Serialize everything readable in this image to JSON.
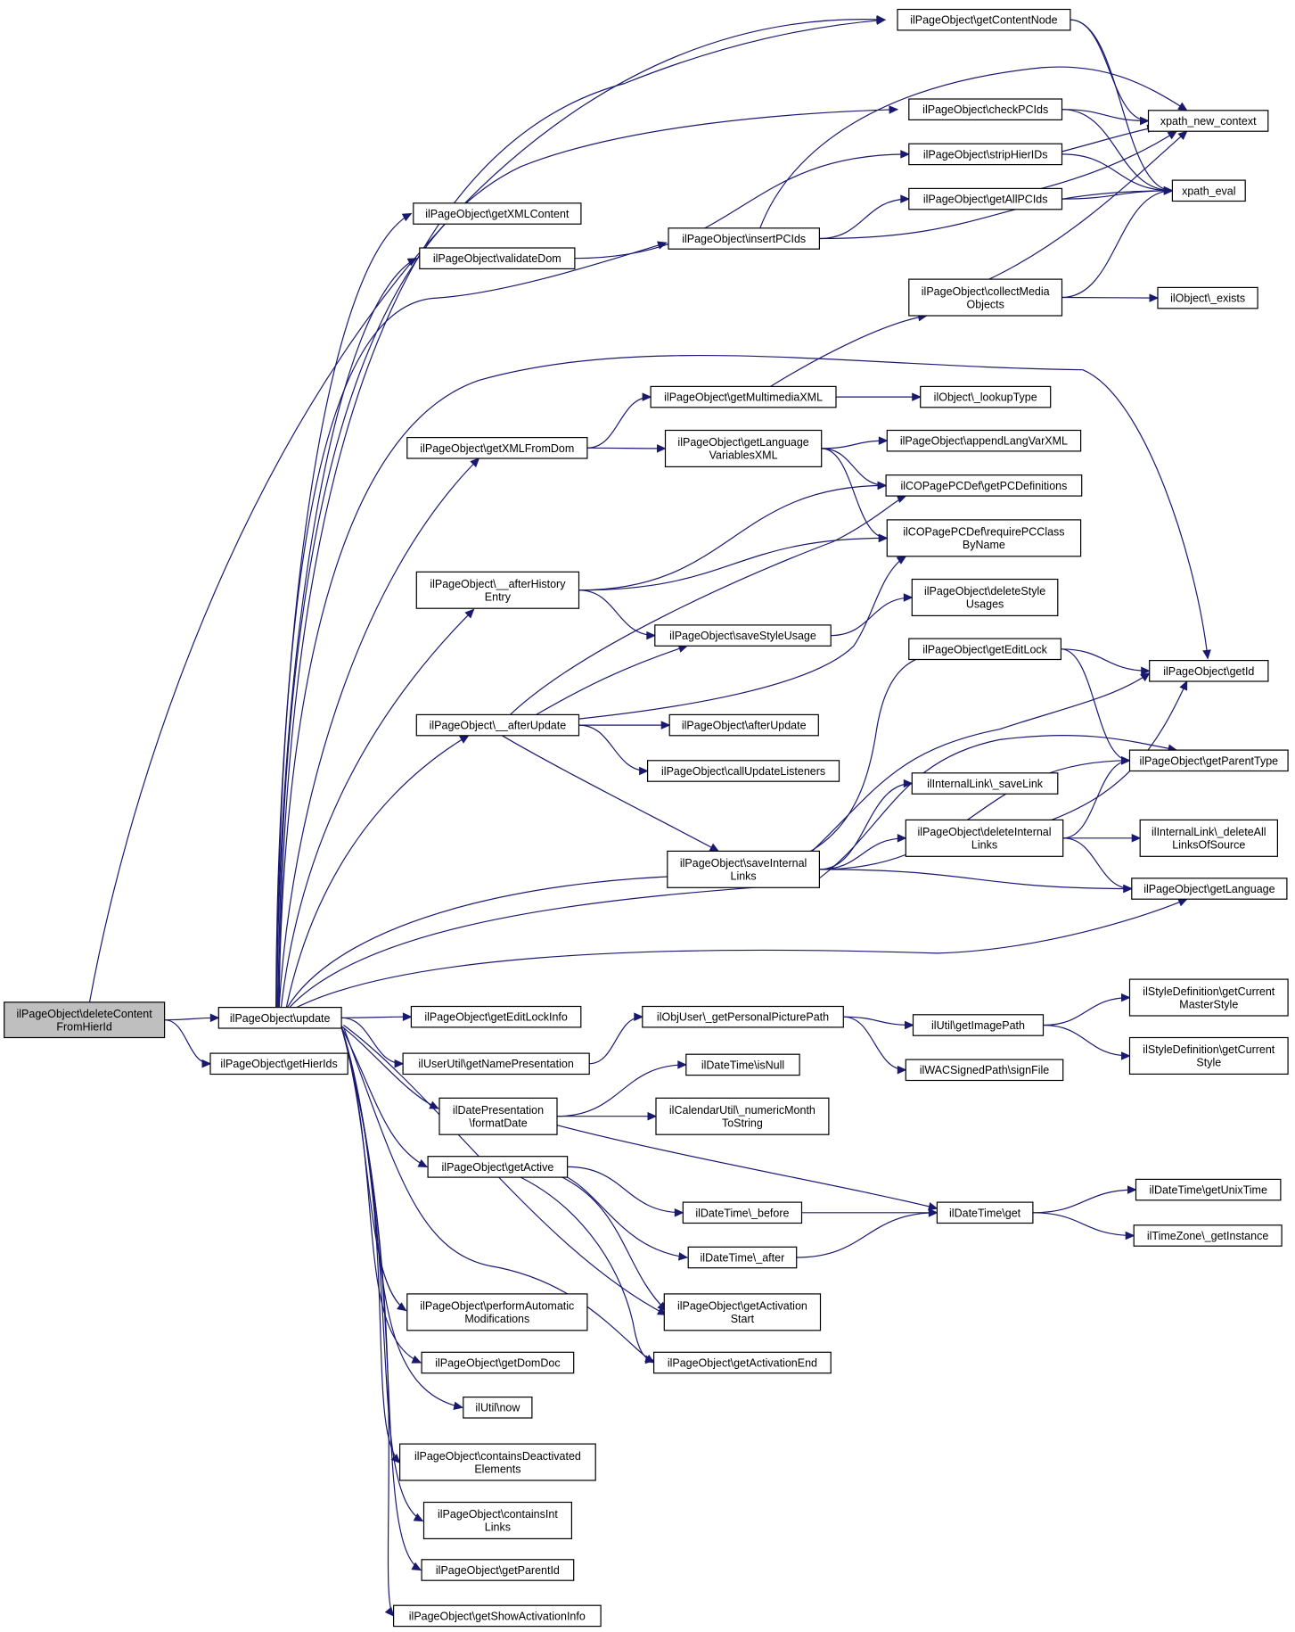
{
  "nodes": {
    "root": [
      "ilPageObject\\deleteContent",
      "FromHierId"
    ],
    "update": [
      "ilPageObject\\update"
    ],
    "getHierIds": [
      "ilPageObject\\getHierIds"
    ],
    "getContentNode": [
      "ilPageObject\\getContentNode"
    ],
    "checkPCIds": [
      "ilPageObject\\checkPCIds"
    ],
    "stripHierIDs": [
      "ilPageObject\\stripHierIDs"
    ],
    "getAllPCIds": [
      "ilPageObject\\getAllPCIds"
    ],
    "xpathNewContext": [
      "xpath_new_context"
    ],
    "xpathEval": [
      "xpath_eval"
    ],
    "getXMLContent": [
      "ilPageObject\\getXMLContent"
    ],
    "validateDom": [
      "ilPageObject\\validateDom"
    ],
    "insertPCIds": [
      "ilPageObject\\insertPCIds"
    ],
    "collectMedia": [
      "ilPageObject\\collectMedia",
      "Objects"
    ],
    "objExists": [
      "ilObject\\_exists"
    ],
    "getMultimediaXML": [
      "ilPageObject\\getMultimediaXML"
    ],
    "lookupType": [
      "ilObject\\_lookupType"
    ],
    "getXMLFromDom": [
      "ilPageObject\\getXMLFromDom"
    ],
    "getLangVarXML": [
      "ilPageObject\\getLanguage",
      "VariablesXML"
    ],
    "appendLangVarXML": [
      "ilPageObject\\appendLangVarXML"
    ],
    "getPCDefinitions": [
      "ilCOPagePCDef\\getPCDefinitions"
    ],
    "requirePCClass": [
      "ilCOPagePCDef\\requirePCClass",
      "ByName"
    ],
    "afterHistoryEntry": [
      "ilPageObject\\__afterHistory",
      "Entry"
    ],
    "deleteStyleUsages": [
      "ilPageObject\\deleteStyle",
      "Usages"
    ],
    "saveStyleUsage": [
      "ilPageObject\\saveStyleUsage"
    ],
    "getEditLock": [
      "ilPageObject\\getEditLock"
    ],
    "getId": [
      "ilPageObject\\getId"
    ],
    "__afterUpdate": [
      "ilPageObject\\__afterUpdate"
    ],
    "afterUpdate": [
      "ilPageObject\\afterUpdate"
    ],
    "callUpdateListeners": [
      "ilPageObject\\callUpdateListeners"
    ],
    "getParentType": [
      "ilPageObject\\getParentType"
    ],
    "saveLink": [
      "ilInternalLink\\_saveLink"
    ],
    "deleteInternalLinks": [
      "ilPageObject\\deleteInternal",
      "Links"
    ],
    "deleteAllLinks": [
      "ilInternalLink\\_deleteAll",
      "LinksOfSource"
    ],
    "saveInternalLinks": [
      "ilPageObject\\saveInternal",
      "Links"
    ],
    "getLanguage": [
      "ilPageObject\\getLanguage"
    ],
    "getEditLockInfo": [
      "ilPageObject\\getEditLockInfo"
    ],
    "getPersonalPicturePath": [
      "ilObjUser\\_getPersonalPicturePath"
    ],
    "getImagePath": [
      "ilUtil\\getImagePath"
    ],
    "getCurrentMasterStyle": [
      "ilStyleDefinition\\getCurrent",
      "MasterStyle"
    ],
    "getCurrentStyle": [
      "ilStyleDefinition\\getCurrent",
      "Style"
    ],
    "getNamePresentation": [
      "ilUserUtil\\getNamePresentation"
    ],
    "signFile": [
      "ilWACSignedPath\\signFile"
    ],
    "isNull": [
      "ilDateTime\\isNull"
    ],
    "formatDate": [
      "ilDatePresentation",
      "\\formatDate"
    ],
    "numericMonth": [
      "ilCalendarUtil\\_numericMonth",
      "ToString"
    ],
    "getActive": [
      "ilPageObject\\getActive"
    ],
    "dtBefore": [
      "ilDateTime\\_before"
    ],
    "dtGet": [
      "ilDateTime\\get"
    ],
    "getUnixTime": [
      "ilDateTime\\getUnixTime"
    ],
    "getInstance": [
      "ilTimeZone\\_getInstance"
    ],
    "dtAfter": [
      "ilDateTime\\_after"
    ],
    "performAutomatic": [
      "ilPageObject\\performAutomatic",
      "Modifications"
    ],
    "getActivationStart": [
      "ilPageObject\\getActivation",
      "Start"
    ],
    "getDomDoc": [
      "ilPageObject\\getDomDoc"
    ],
    "getActivationEnd": [
      "ilPageObject\\getActivationEnd"
    ],
    "utilNow": [
      "ilUtil\\now"
    ],
    "containsDeactivated": [
      "ilPageObject\\containsDeactivated",
      "Elements"
    ],
    "containsIntLinks": [
      "ilPageObject\\containsInt",
      "Links"
    ],
    "getParentId": [
      "ilPageObject\\getParentId"
    ],
    "getShowActivationInfo": [
      "ilPageObject\\getShowActivationInfo"
    ]
  },
  "edges": [
    [
      "root",
      "update"
    ],
    [
      "root",
      "getHierIds"
    ],
    [
      "root",
      "getContentNode"
    ],
    [
      "update",
      "getContentNode"
    ],
    [
      "update",
      "checkPCIds"
    ],
    [
      "update",
      "getXMLContent"
    ],
    [
      "update",
      "validateDom"
    ],
    [
      "update",
      "insertPCIds"
    ],
    [
      "update",
      "getId"
    ],
    [
      "update",
      "getXMLFromDom"
    ],
    [
      "update",
      "afterHistoryEntry"
    ],
    [
      "update",
      "__afterUpdate"
    ],
    [
      "update",
      "getEditLock"
    ],
    [
      "update",
      "getParentType"
    ],
    [
      "update",
      "getLanguage"
    ],
    [
      "update",
      "getEditLockInfo"
    ],
    [
      "update",
      "getNamePresentation"
    ],
    [
      "update",
      "formatDate"
    ],
    [
      "update",
      "getActive"
    ],
    [
      "update",
      "getActivationStart"
    ],
    [
      "update",
      "getActivationEnd"
    ],
    [
      "update",
      "performAutomatic"
    ],
    [
      "update",
      "getDomDoc"
    ],
    [
      "update",
      "utilNow"
    ],
    [
      "update",
      "containsDeactivated"
    ],
    [
      "update",
      "containsIntLinks"
    ],
    [
      "update",
      "getParentId"
    ],
    [
      "update",
      "getShowActivationInfo"
    ],
    [
      "getContentNode",
      "xpathNewContext"
    ],
    [
      "getContentNode",
      "xpathEval"
    ],
    [
      "checkPCIds",
      "xpathNewContext"
    ],
    [
      "checkPCIds",
      "xpathEval"
    ],
    [
      "stripHierIDs",
      "xpathNewContext"
    ],
    [
      "stripHierIDs",
      "xpathEval"
    ],
    [
      "getAllPCIds",
      "xpathNewContext"
    ],
    [
      "getAllPCIds",
      "xpathEval"
    ],
    [
      "validateDom",
      "stripHierIDs"
    ],
    [
      "insertPCIds",
      "checkPCIds"
    ],
    [
      "insertPCIds",
      "getAllPCIds"
    ],
    [
      "insertPCIds",
      "xpathEval"
    ],
    [
      "collectMedia",
      "xpathNewContext"
    ],
    [
      "collectMedia",
      "xpathEval"
    ],
    [
      "collectMedia",
      "objExists"
    ],
    [
      "getMultimediaXML",
      "collectMedia"
    ],
    [
      "getMultimediaXML",
      "lookupType"
    ],
    [
      "getXMLFromDom",
      "getMultimediaXML"
    ],
    [
      "getXMLFromDom",
      "getLangVarXML"
    ],
    [
      "getLangVarXML",
      "appendLangVarXML"
    ],
    [
      "getLangVarXML",
      "getPCDefinitions"
    ],
    [
      "getLangVarXML",
      "requirePCClass"
    ],
    [
      "afterHistoryEntry",
      "getPCDefinitions"
    ],
    [
      "afterHistoryEntry",
      "requirePCClass"
    ],
    [
      "afterHistoryEntry",
      "saveStyleUsage"
    ],
    [
      "saveStyleUsage",
      "deleteStyleUsages"
    ],
    [
      "__afterUpdate",
      "getPCDefinitions"
    ],
    [
      "__afterUpdate",
      "saveStyleUsage"
    ],
    [
      "__afterUpdate",
      "requirePCClass"
    ],
    [
      "__afterUpdate",
      "afterUpdate"
    ],
    [
      "__afterUpdate",
      "callUpdateListeners"
    ],
    [
      "__afterUpdate",
      "saveInternalLinks"
    ],
    [
      "getEditLock",
      "getId"
    ],
    [
      "getEditLock",
      "getParentType"
    ],
    [
      "saveInternalLinks",
      "saveLink"
    ],
    [
      "saveInternalLinks",
      "deleteInternalLinks"
    ],
    [
      "saveInternalLinks",
      "getId"
    ],
    [
      "saveInternalLinks",
      "getParentType"
    ],
    [
      "saveInternalLinks",
      "getLanguage"
    ],
    [
      "deleteInternalLinks",
      "getId"
    ],
    [
      "deleteInternalLinks",
      "getParentType"
    ],
    [
      "deleteInternalLinks",
      "deleteAllLinks"
    ],
    [
      "deleteInternalLinks",
      "getLanguage"
    ],
    [
      "getNamePresentation",
      "getPersonalPicturePath"
    ],
    [
      "getPersonalPicturePath",
      "getImagePath"
    ],
    [
      "getPersonalPicturePath",
      "signFile"
    ],
    [
      "getImagePath",
      "getCurrentMasterStyle"
    ],
    [
      "getImagePath",
      "getCurrentStyle"
    ],
    [
      "formatDate",
      "isNull"
    ],
    [
      "formatDate",
      "numericMonth"
    ],
    [
      "formatDate",
      "dtGet"
    ],
    [
      "getActive",
      "dtBefore"
    ],
    [
      "getActive",
      "dtAfter"
    ],
    [
      "getActive",
      "getActivationStart"
    ],
    [
      "getActive",
      "getActivationEnd"
    ],
    [
      "dtBefore",
      "dtGet"
    ],
    [
      "dtAfter",
      "dtGet"
    ],
    [
      "dtGet",
      "getUnixTime"
    ],
    [
      "dtGet",
      "getInstance"
    ]
  ]
}
